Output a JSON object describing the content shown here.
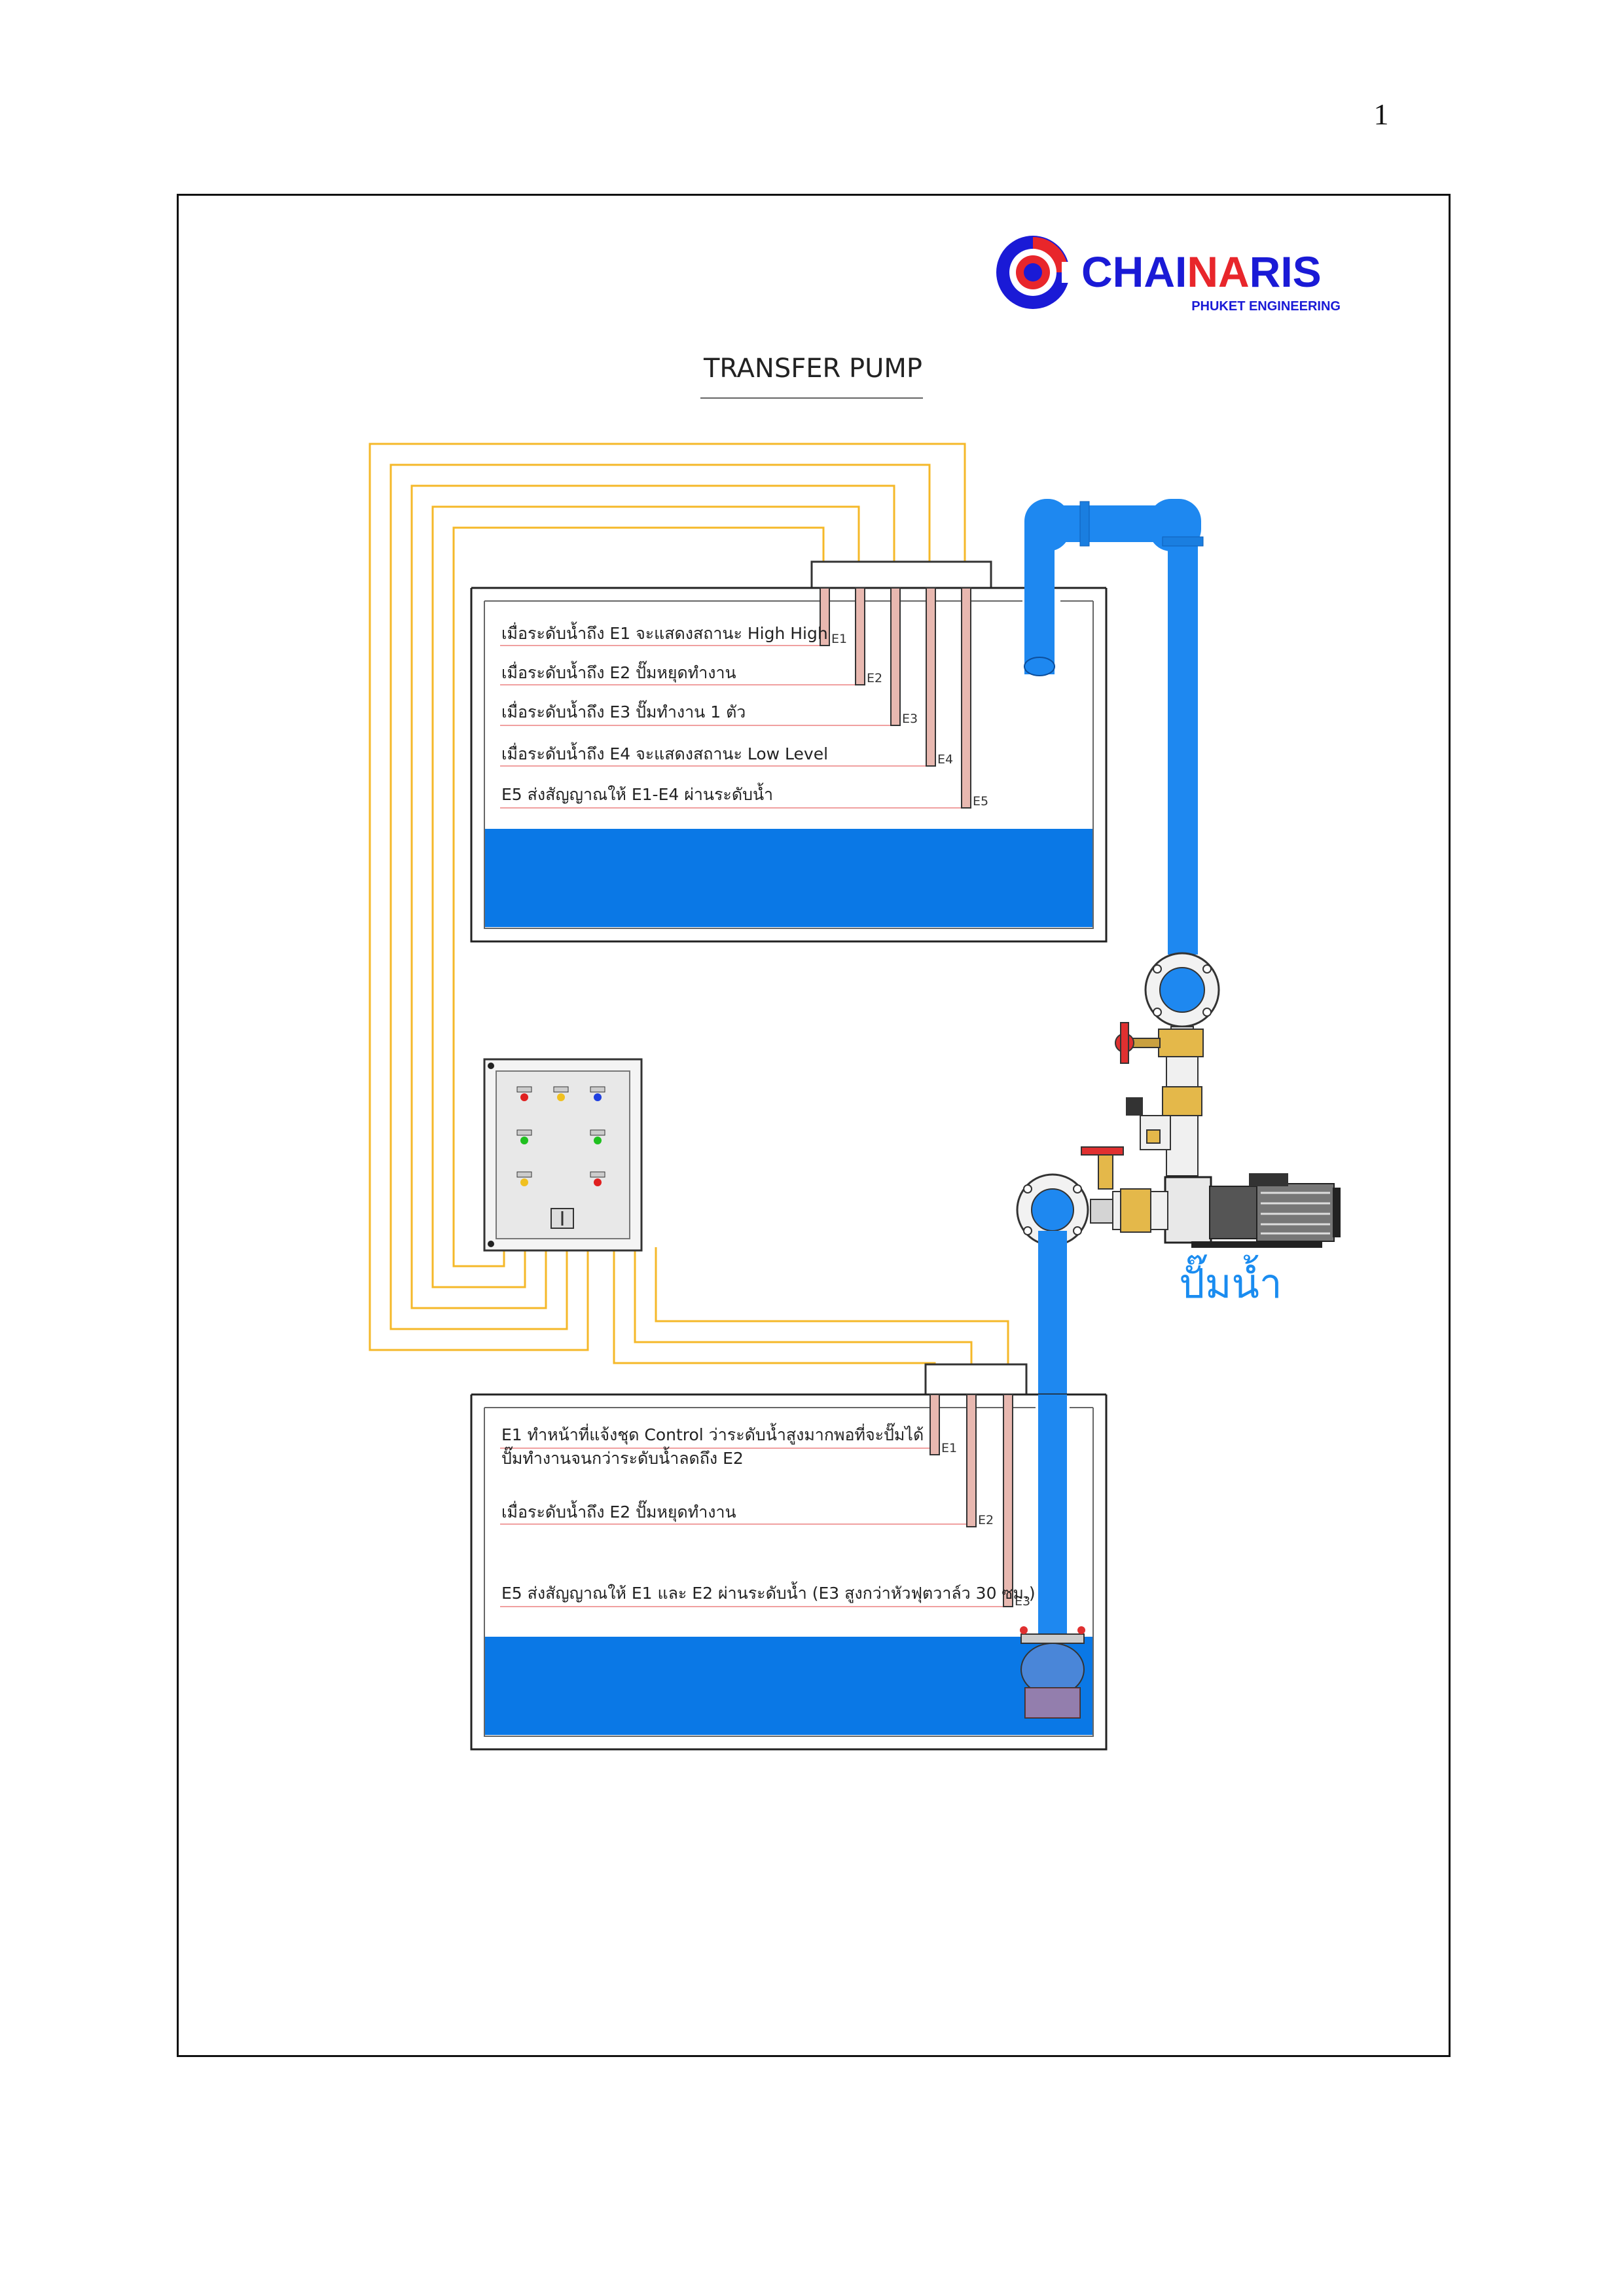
{
  "page_number": "1",
  "logo": {
    "brand_prefix": "CHAI",
    "brand_mid": "NA",
    "brand_suffix": "RIS",
    "tagline": "PHUKET ENGINEERING",
    "colors": {
      "blue": "#1a1ad6",
      "red": "#e8262b"
    }
  },
  "title": "TRANSFER PUMP",
  "upper_tank": {
    "notes": [
      "เมื่อระดับน้ำถึง E1 จะแสดงสถานะ High High",
      "เมื่อระดับน้ำถึง E2 ปั๊มหยุดทำงาน",
      "เมื่อระดับน้ำถึง E3 ปั๊มทำงาน 1 ตัว",
      "เมื่อระดับน้ำถึง E4 จะแสดงสถานะ Low Level",
      "E5 ส่งสัญญาณให้ E1-E4 ผ่านระดับน้ำ"
    ],
    "electrodes": [
      "E1",
      "E2",
      "E3",
      "E4",
      "E5"
    ]
  },
  "lower_tank": {
    "notes": [
      "E1 ทำหน้าที่แจ้งชุด Control ว่าระดับน้ำสูงมากพอที่จะปั๊มได้",
      "ปั๊มทำงานจนกว่าระดับน้ำลดถึง E2",
      "เมื่อระดับน้ำถึง E2 ปั๊มหยุดทำงาน",
      "E5 ส่งสัญญาณให้ E1 และ E2 ผ่านระดับน้ำ (E3 สูงกว่าหัวฟุตวาล์ว 30 ซม.)"
    ],
    "electrodes": [
      "E1",
      "E2",
      "E3"
    ]
  },
  "pump_label": "ปั๊มน้ำ",
  "colors": {
    "water": "#0a78e6",
    "pipe": "#1e88f0",
    "signal_wire": "#f5b829",
    "electrode": "#e8b8b0",
    "pump_label": "#1a8cf0"
  },
  "icons": {
    "logo_mark": "gear-icon",
    "pump": "pump-motor-icon",
    "gate_valve": "gate-valve-icon",
    "check_valve": "check-valve-icon",
    "foot_valve": "foot-valve-icon",
    "control_box": "control-panel-icon"
  }
}
